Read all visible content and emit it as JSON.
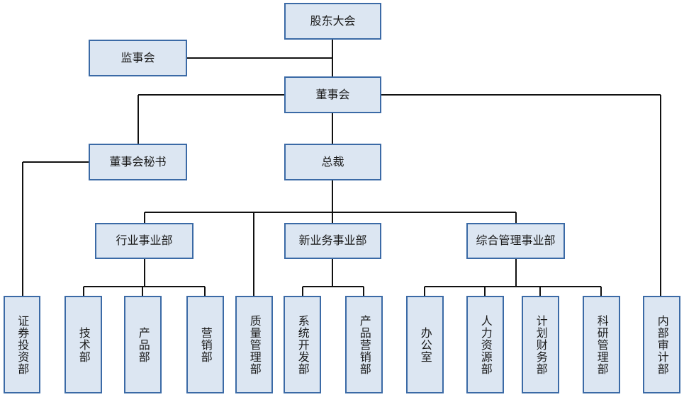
{
  "nodes": {
    "shareholders": "股东大会",
    "supervisory_board": "监事会",
    "board": "董事会",
    "board_secretary": "董事会秘书",
    "president": "总裁",
    "industry_division": "行业事业部",
    "new_business_division": "新业务事业部",
    "general_management_division": "综合管理事业部",
    "securities_investment_dept": "证券投资部",
    "technology_dept": "技术部",
    "product_dept": "产品部",
    "marketing_dept": "营销部",
    "quality_management_dept": "质量管理部",
    "system_development_dept": "系统开发部",
    "product_marketing_dept": "产品营销部",
    "office": "办公室",
    "human_resources_dept": "人力资源部",
    "planning_finance_dept": "计划财务部",
    "research_management_dept": "科研管理部",
    "internal_audit_dept": "内部审计部"
  }
}
